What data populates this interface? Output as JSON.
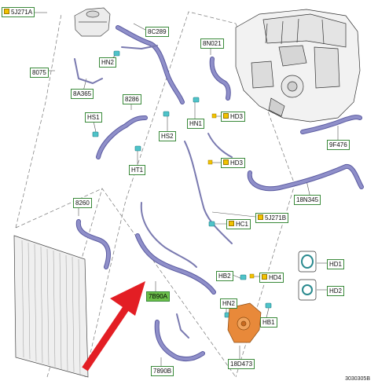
{
  "labels": {
    "l_5j271a": "5J271A",
    "l_8c289": "8C289",
    "l_hn2_top": "HN2",
    "l_8075": "8075",
    "l_8a365": "8A365",
    "l_8n021": "8N021",
    "l_8286": "8286",
    "l_hs1": "HS1",
    "l_hn1": "HN1",
    "l_hd3_a": "HD3",
    "l_hs2": "HS2",
    "l_9f476": "9F476",
    "l_hd3_b": "HD3",
    "l_ht1": "HT1",
    "l_18n345": "18N345",
    "l_8260": "8260",
    "l_5j271b": "5J271B",
    "l_hc1": "HC1",
    "l_hd1": "HD1",
    "l_hb2": "HB2",
    "l_hd4": "HD4",
    "l_hd2": "HD2",
    "l_7b90a": "7B90A",
    "l_hn2_bot": "HN2",
    "l_hb1": "HB1",
    "l_18d473": "18D473",
    "l_7890b": "7890B"
  },
  "document_id": "3030305B",
  "colors": {
    "label_border": "#3a8a3a",
    "label_highlight": "#6cbf4a",
    "hose": "#8f8fc9",
    "hose_dark": "#5a5aa0",
    "clip": "#4fc3c9",
    "arrow": "#e31e24",
    "pump": "#e8893a",
    "leader": "#555555"
  }
}
